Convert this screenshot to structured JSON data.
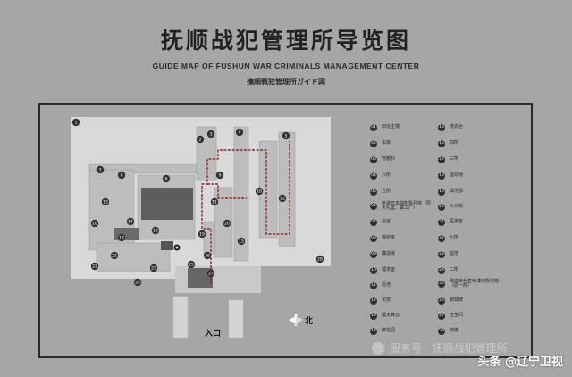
{
  "title": {
    "cn": "抚顺战犯管理所导览图",
    "en": "GUIDE MAP OF FUSHUN WAR CRIMINALS MANAGEMENT CENTER",
    "jp": "撫順戦犯管理所ガイド図"
  },
  "map": {
    "entrance_label": "入口",
    "north_label": "北",
    "markers": [
      "1",
      "2",
      "3",
      "4",
      "5",
      "6",
      "7",
      "8",
      "9",
      "10",
      "11",
      "12",
      "13",
      "14",
      "15",
      "16",
      "17",
      "18",
      "19",
      "20",
      "21",
      "22",
      "23",
      "24",
      "25",
      "26",
      "27",
      "28"
    ]
  },
  "legend": [
    {
      "num": "01",
      "label": "旧址主楼"
    },
    {
      "num": "02",
      "label": "车库"
    },
    {
      "num": "03",
      "label": "管教科"
    },
    {
      "num": "04",
      "label": "六所"
    },
    {
      "num": "05",
      "label": "五所"
    },
    {
      "num": "06",
      "label": "侨退日本战犯陈列馆（原大礼堂、镇工厂）"
    },
    {
      "num": "07",
      "label": "浴室"
    },
    {
      "num": "08",
      "label": "锅炉房"
    },
    {
      "num": "09",
      "label": "廉造房"
    },
    {
      "num": "10",
      "label": "理发室"
    },
    {
      "num": "11",
      "label": "浴池"
    },
    {
      "num": "12",
      "label": "花窖"
    },
    {
      "num": "13",
      "label": "露天舞台"
    },
    {
      "num": "14",
      "label": "御花园"
    },
    {
      "num": "15",
      "label": "洗衣台"
    },
    {
      "num": "16",
      "label": "四所"
    },
    {
      "num": "17",
      "label": "三所"
    },
    {
      "num": "18",
      "label": "运动场"
    },
    {
      "num": "19",
      "label": "俱乐部"
    },
    {
      "num": "20",
      "label": "大伙房"
    },
    {
      "num": "21",
      "label": "医务室"
    },
    {
      "num": "22",
      "label": "七所"
    },
    {
      "num": "23",
      "label": "监地"
    },
    {
      "num": "24",
      "label": "二所"
    },
    {
      "num": "25",
      "label": "改造末代皇帝溥仪陈列馆（原一所）"
    },
    {
      "num": "26",
      "label": "谢罪碑"
    },
    {
      "num": "27",
      "label": "卫生间"
    },
    {
      "num": "28",
      "label": "岗楼"
    }
  ],
  "watermark": {
    "account": "服务号 · 抚顺战犯管理所",
    "source": "头条 @辽宁卫视"
  }
}
